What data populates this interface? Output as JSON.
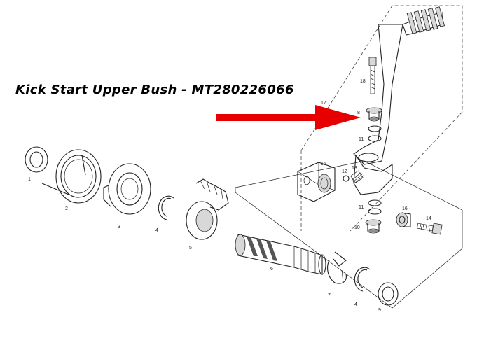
{
  "title": "Kick Start Upper Bush - MT280226066",
  "arrow_color": "#e60000",
  "part_numbers": [
    "1",
    "2",
    "3",
    "4",
    "5",
    "6",
    "7",
    "4",
    "9",
    "10",
    "11",
    "11",
    "12",
    "13",
    "14",
    "15",
    "16",
    "17",
    "8",
    "18"
  ]
}
